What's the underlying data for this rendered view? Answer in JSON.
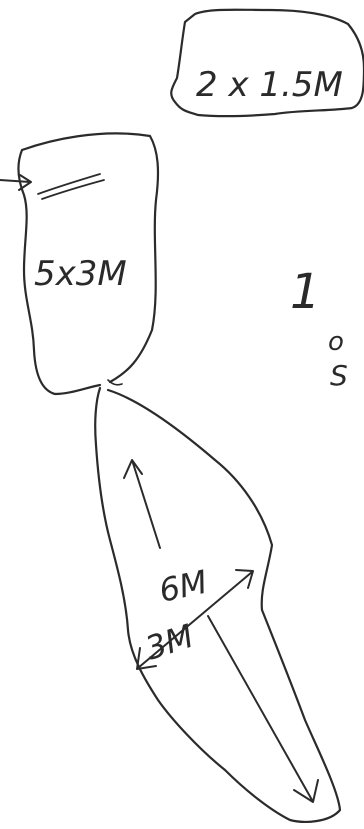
{
  "labels": {
    "small_room": "2 x 1.5M",
    "middle_room": "5x3M",
    "length": "6M",
    "width": "3M",
    "margin_large": "1",
    "margin_small_1": "o",
    "margin_small_2": "S"
  },
  "colors": {
    "ink": "#2b2b2b",
    "paper": "#ffffff"
  }
}
